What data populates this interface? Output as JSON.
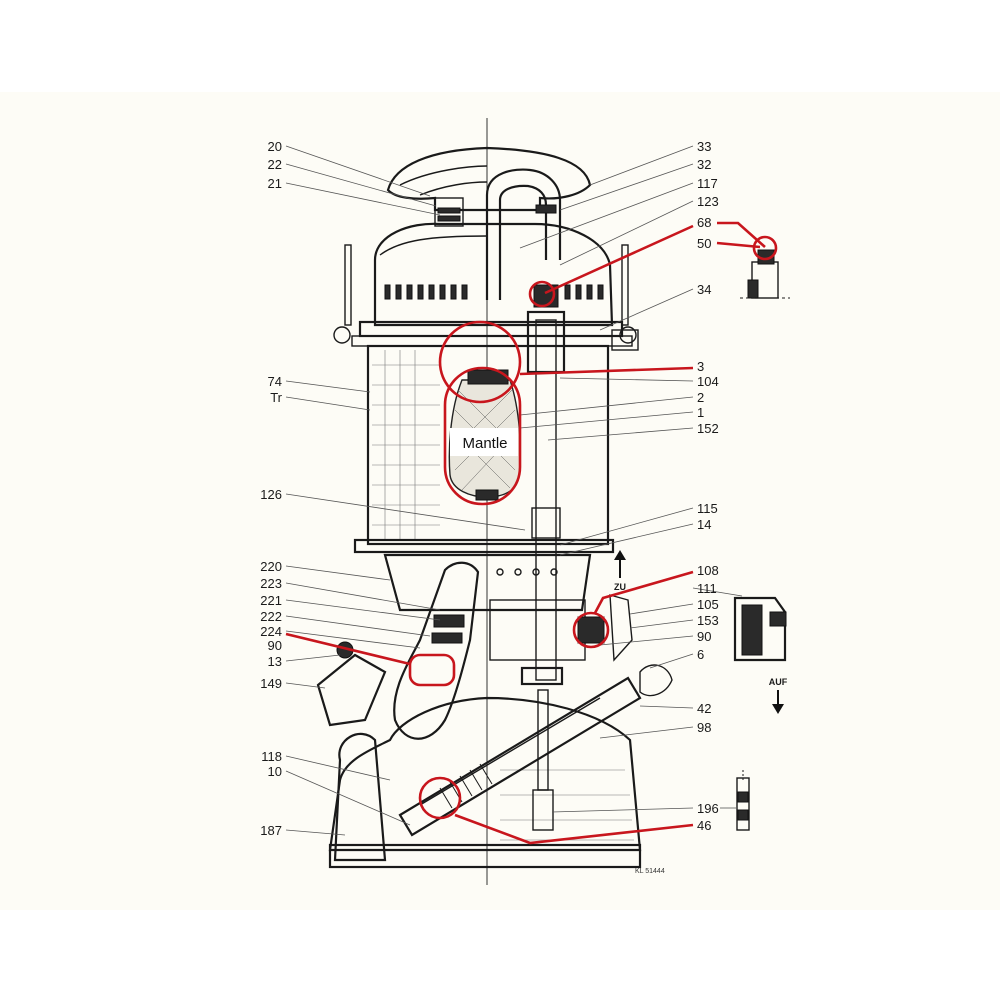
{
  "diagram": {
    "highlight_color": "#c8161d",
    "ink_color": "#1a1a1a",
    "callout_text": "Mantle",
    "direction_labels": {
      "close": "ZU",
      "open": "AUF"
    },
    "signature": "KL 51444",
    "left_labels": [
      "20",
      "22",
      "21",
      "74",
      "Tr",
      "126",
      "220",
      "223",
      "221",
      "222",
      "224",
      "90",
      "13",
      "149",
      "118",
      "10",
      "187"
    ],
    "right_labels": [
      "33",
      "32",
      "117",
      "123",
      "68",
      "50",
      "34",
      "3",
      "104",
      "2",
      "1",
      "152",
      "115",
      "14",
      "108",
      "111",
      "105",
      "153",
      "90",
      "6",
      "42",
      "98",
      "196",
      "46"
    ]
  }
}
